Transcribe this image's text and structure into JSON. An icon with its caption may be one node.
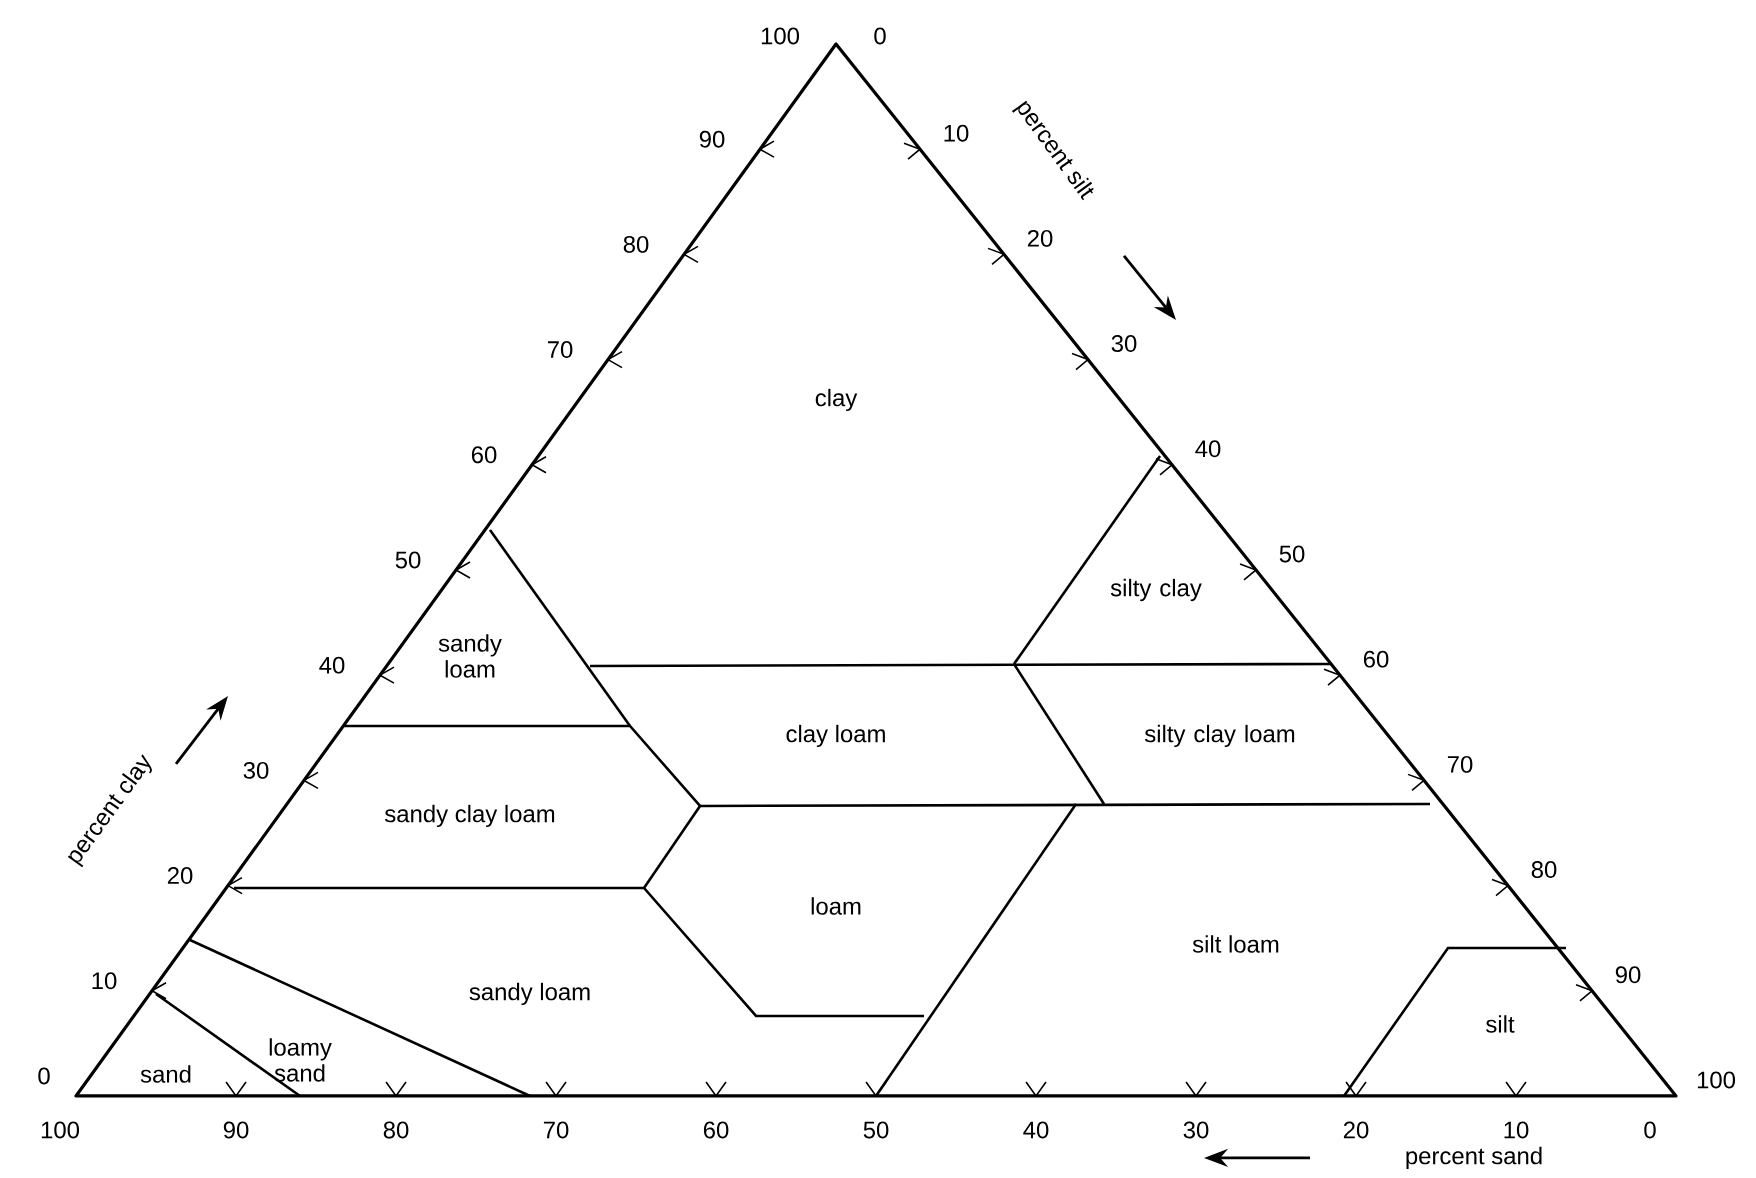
{
  "diagram": {
    "labels": [
      "100",
      "90",
      "80",
      "70",
      "60",
      "50",
      "40",
      "30",
      "20",
      "10",
      "0",
      "0",
      "10",
      "20",
      "30",
      "40",
      "50",
      "60",
      "70",
      "80",
      "90",
      "100",
      "100",
      "90",
      "80",
      "70",
      "60",
      "50",
      "40",
      "30",
      "20",
      "10",
      "0",
      "percent clay",
      "percent silt",
      "percent sand",
      "clay",
      "silty clay",
      "sandy loam",
      "clay loam",
      "silty clay loam",
      "sandy clay loam",
      "loam",
      "silt loam",
      "sandy loam",
      "loamy sand",
      "sand",
      "silt"
    ]
  }
}
